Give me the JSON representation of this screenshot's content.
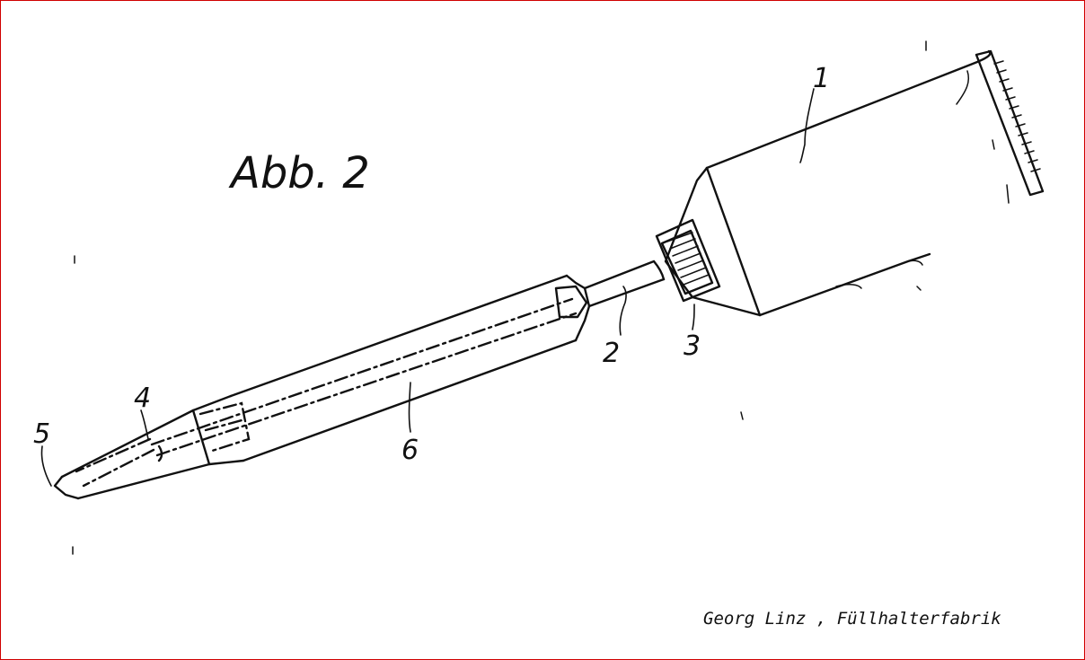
{
  "figure_title": "Abb. 2",
  "reference_labels": {
    "r1": "1",
    "r2": "2",
    "r3": "3",
    "r4": "4",
    "r5": "5",
    "r6": "6"
  },
  "signature": "Georg Linz , Füllhalterfabrik",
  "colors": {
    "ink": "#111111",
    "background": "#ffffff",
    "frame": "#d00000"
  }
}
